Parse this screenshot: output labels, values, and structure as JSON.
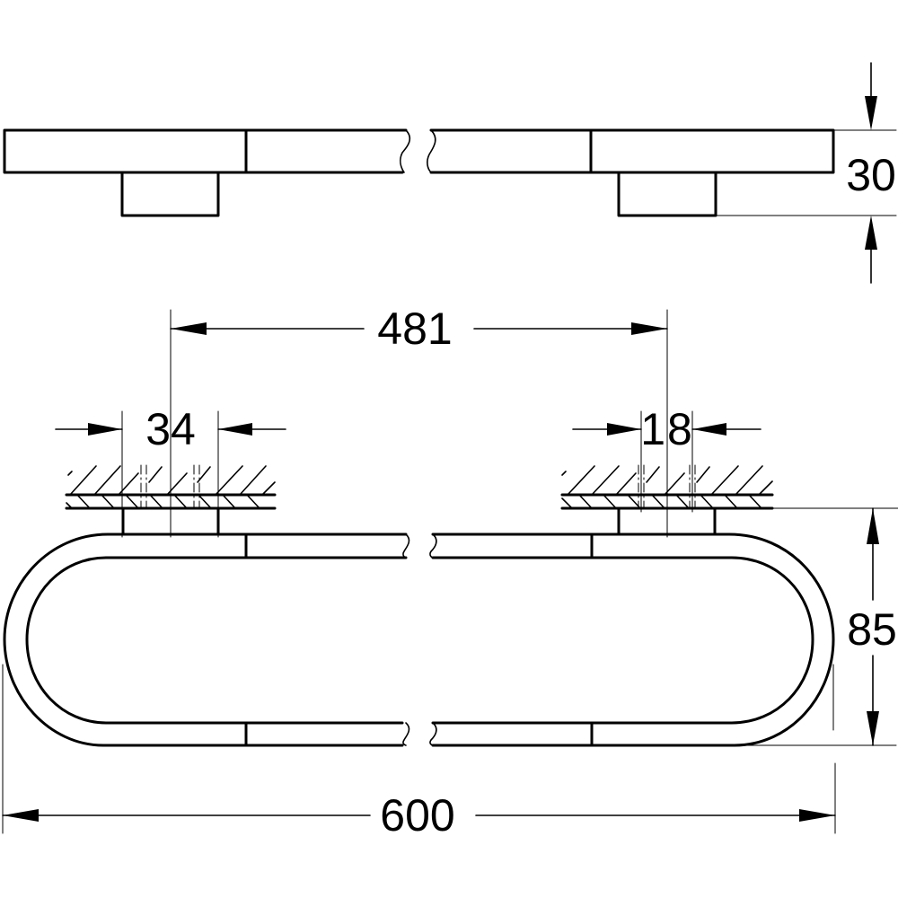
{
  "drawing": {
    "title": "Towel ring technical drawing",
    "units": "mm",
    "line_color": "#000000",
    "background": "#ffffff",
    "views": [
      {
        "name": "top-view",
        "description": "Bar seen from above with two wall mounts, broken in the middle"
      },
      {
        "name": "front-view",
        "description": "Oval ring with two wall mounts on hatched wall, broken in the middle"
      }
    ]
  },
  "dimensions": {
    "height_top_view": {
      "value": "30",
      "orientation": "vertical"
    },
    "mount_spacing": {
      "value": "481",
      "orientation": "horizontal"
    },
    "mount_width": {
      "value": "34",
      "orientation": "horizontal"
    },
    "fixing_hole_spacing": {
      "value": "18",
      "orientation": "horizontal"
    },
    "projection_depth": {
      "value": "85",
      "orientation": "vertical"
    },
    "overall_length": {
      "value": "600",
      "orientation": "horizontal"
    }
  }
}
